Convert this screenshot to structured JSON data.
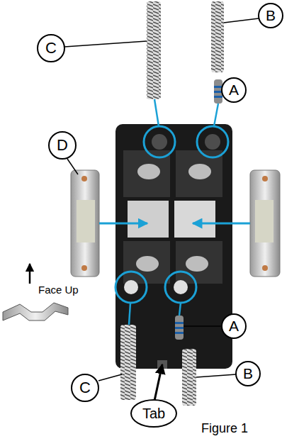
{
  "diagram": {
    "nodes": [
      {
        "text": [
          "C"
        ]
      },
      {
        "text": [
          "B"
        ]
      },
      {
        "text": [
          "A"
        ]
      },
      {
        "text": [
          "D"
        ]
      },
      {
        "text": [
          "A"
        ]
      },
      {
        "text": [
          "C"
        ]
      },
      {
        "text": [
          "B"
        ]
      },
      {
        "text": [
          "Tab"
        ]
      }
    ],
    "labels": [
      "Face Up",
      "Figure 1"
    ]
  }
}
